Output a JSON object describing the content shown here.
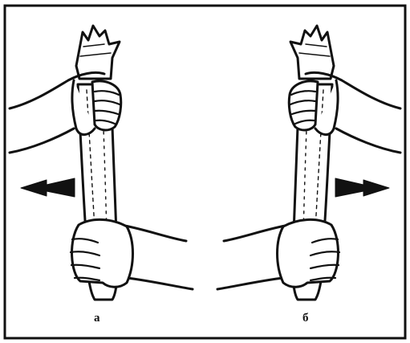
{
  "panels": [
    {
      "label": "а",
      "direction": "left"
    },
    {
      "label": "б",
      "direction": "right"
    }
  ],
  "colors": {
    "ink": "#111111",
    "paper": "#ffffff"
  }
}
